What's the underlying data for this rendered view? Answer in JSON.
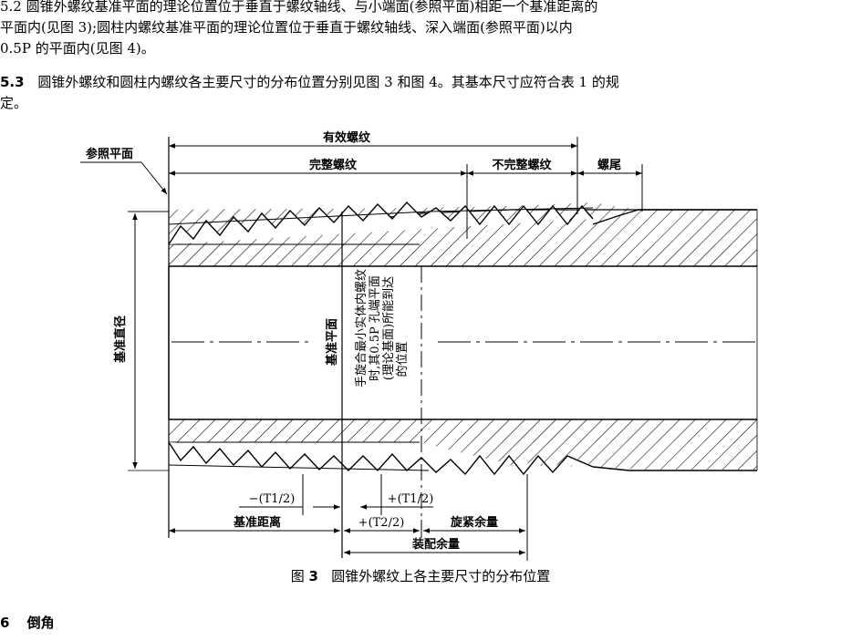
{
  "paragraph_lines": [
    "5.2  圆锥外螺纹基准平面的理论位置位于垂直于螺纹轴线、与小端面(参照平面)相距一个基准距离的",
    "平面内(见图 3);圆柱内螺纹基准平面的理论位置位于垂直于螺纹轴线、深入端面(参照平面)以内",
    "0.5P 的平面内(见图 4)。"
  ],
  "section_53": {
    "number": "5.3",
    "line1": "圆锥外螺纹和圆柱内螺纹各主要尺寸的分布位置分别见图 3 和图 4。其基本尺寸应符合表 1 的规",
    "line2": "定。"
  },
  "figure": {
    "label_effective_thread": "有效螺纹",
    "label_reference_plane": "参照平面",
    "label_complete_thread": "完整螺纹",
    "label_incomplete_thread": "不完整螺纹",
    "label_washout": "螺尾",
    "label_gauge_diameter": "基准直径",
    "label_gauge_plane": "基准平面",
    "note_line1": "手旋合最小实体内螺纹",
    "note_line2": "时,其0.5P 孔端平面",
    "note_line3": "(理论基面)所能到达",
    "note_line4": "的位置",
    "label_minus_t1": "−(T1/2)",
    "label_plus_t1": "+(T1/2)",
    "label_gauge_length": "基准距离",
    "label_plus_t2": "+(T2/2)",
    "label_wrenching_allowance": "旋紧余量",
    "label_fitting_allowance": "装配余量"
  },
  "caption": {
    "prefix": "图 ",
    "number": "3",
    "text": "   圆锥外螺纹上各主要尺寸的分布位置"
  },
  "section_6": {
    "number": "6",
    "title": "倒角"
  }
}
